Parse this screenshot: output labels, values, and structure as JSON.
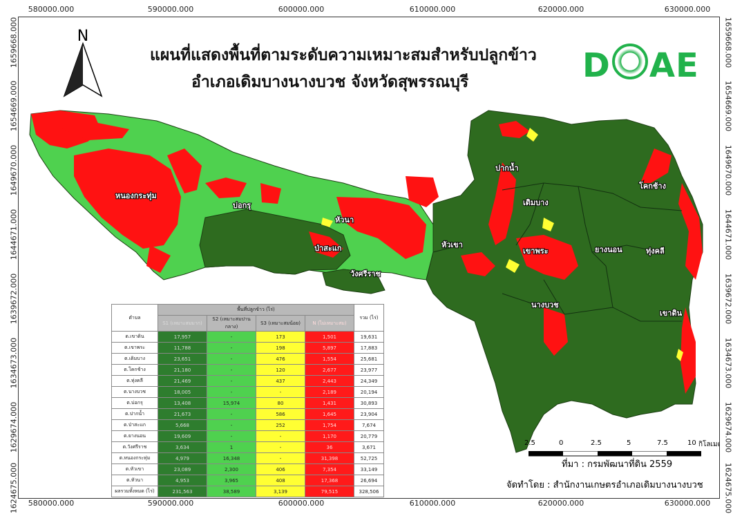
{
  "title": {
    "line1": "แผนที่แสดงพื้นที่ตามระดับความเหมาะสมสำหรับปลูกข้าว",
    "line2": "อำเภอเดิมบางนางบวช  จังหวัดสุพรรณบุรี"
  },
  "logo": {
    "text_left": "D",
    "text_right": "AE"
  },
  "north_arrow": {
    "label": "N"
  },
  "grid": {
    "x_labels": [
      "580000.000",
      "590000.000",
      "600000.000",
      "610000.000",
      "620000.000",
      "630000.000"
    ],
    "y_labels": [
      "1659668.000",
      "1654669.000",
      "1649670.000",
      "1644671.000",
      "1639672.000",
      "1634673.000",
      "1629674.000",
      "1624675.000"
    ]
  },
  "colors": {
    "s1": "#2e6b1f",
    "s2": "#4fd14f",
    "s3": "#ffff33",
    "n": "#ff1212"
  },
  "places": [
    "หนองกระทุ่ม",
    "บ่อกรุ",
    "หัวนา",
    "ป่าสะแก",
    "วังศรีราช",
    "หัวเขา",
    "ปากน้ำ",
    "เดิมบาง",
    "โคกช้าง",
    "ทุ่งคลี",
    "ยางนอน",
    "เขาพระ",
    "นางบวช",
    "เขาดิน"
  ],
  "table": {
    "header_top": "พื้นที่ปลูกข้าว (ไร่)",
    "col_name": "ตำบล",
    "col_s1": "S1 (เหมาะสมมาก)",
    "col_s2": "S2 (เหมาะสมปานกลาง)",
    "col_s3": "S3 (เหมาะสมน้อย)",
    "col_n": "N (ไม่เหมาะสม)",
    "col_total": "รวม (ไร่)",
    "rows": [
      {
        "name": "ต.เขาดิน",
        "s1": "17,957",
        "s2": "-",
        "s3": "173",
        "n": "1,501",
        "total": "19,631"
      },
      {
        "name": "ต.เขาพระ",
        "s1": "11,788",
        "s2": "-",
        "s3": "198",
        "n": "5,897",
        "total": "17,883"
      },
      {
        "name": "ต.เดิมบาง",
        "s1": "23,651",
        "s2": "-",
        "s3": "476",
        "n": "1,554",
        "total": "25,681"
      },
      {
        "name": "ต.โคกช้าง",
        "s1": "21,180",
        "s2": "-",
        "s3": "120",
        "n": "2,677",
        "total": "23,977"
      },
      {
        "name": "ต.ทุ่งคลี",
        "s1": "21,469",
        "s2": "-",
        "s3": "437",
        "n": "2,443",
        "total": "24,349"
      },
      {
        "name": "ต.นางบวช",
        "s1": "18,005",
        "s2": "-",
        "s3": "-",
        "n": "2,189",
        "total": "20,194"
      },
      {
        "name": "ต.บ่อกรุ",
        "s1": "13,408",
        "s2": "15,974",
        "s3": "80",
        "n": "1,431",
        "total": "30,893"
      },
      {
        "name": "ต.ปากน้ำ",
        "s1": "21,673",
        "s2": "-",
        "s3": "586",
        "n": "1,645",
        "total": "23,904"
      },
      {
        "name": "ต.ป่าสะแก",
        "s1": "5,668",
        "s2": "-",
        "s3": "252",
        "n": "1,754",
        "total": "7,674"
      },
      {
        "name": "ต.ยางนอน",
        "s1": "19,609",
        "s2": "-",
        "s3": "-",
        "n": "1,170",
        "total": "20,779"
      },
      {
        "name": "ต.วังศรีราช",
        "s1": "3,634",
        "s2": "1",
        "s3": "-",
        "n": "36",
        "total": "3,671"
      },
      {
        "name": "ต.หนองกระทุ่ม",
        "s1": "4,979",
        "s2": "16,348",
        "s3": "-",
        "n": "31,398",
        "total": "52,725"
      },
      {
        "name": "ต.หัวเขา",
        "s1": "23,089",
        "s2": "2,300",
        "s3": "406",
        "n": "7,354",
        "total": "33,149"
      },
      {
        "name": "ต.หัวนา",
        "s1": "4,953",
        "s2": "3,965",
        "s3": "408",
        "n": "17,368",
        "total": "26,694"
      },
      {
        "name": "ผลรวมทั้งหมด (ไร่)",
        "s1": "231,563",
        "s2": "38,589",
        "s3": "3,139",
        "n": "79,515",
        "total": "328,506"
      }
    ]
  },
  "scale": {
    "ticks": [
      "2.5",
      "0",
      "2.5",
      "5",
      "7.5",
      "10"
    ],
    "unit": "กิโลเมตร"
  },
  "source": "ที่มา : กรมพัฒนาที่ดิน 2559",
  "maker": "จัดทำโดย : สำนักงานเกษตรอำเภอเดิมบางนางบวช"
}
